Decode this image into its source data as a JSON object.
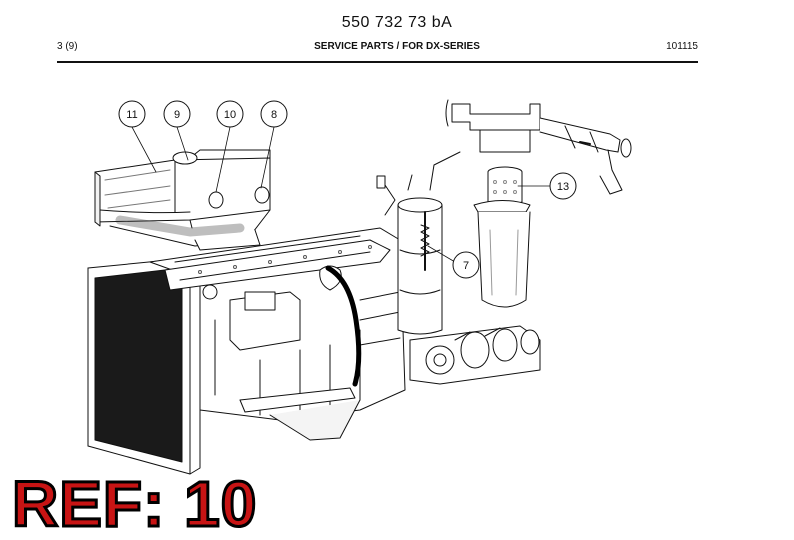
{
  "header": {
    "doc_number": "550 732 73 bA",
    "page": "3 (9)",
    "title": "SERVICE PARTS / FOR DX-SERIES",
    "date": "101115"
  },
  "callouts": [
    {
      "id": "11"
    },
    {
      "id": "9"
    },
    {
      "id": "10"
    },
    {
      "id": "8"
    },
    {
      "id": "13"
    },
    {
      "id": "7"
    }
  ],
  "ref_label": "REF: 10",
  "colors": {
    "ref_fill": "#c81414",
    "ref_outline": "#000000",
    "line": "#111111",
    "highlight_hose": "#000000"
  }
}
